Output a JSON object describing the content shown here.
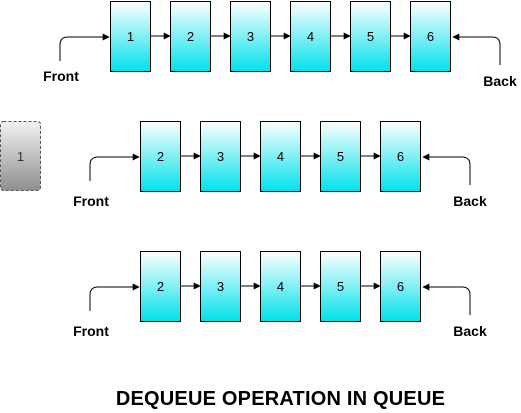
{
  "rows": [
    {
      "nodes": [
        "1",
        "2",
        "3",
        "4",
        "5",
        "6"
      ],
      "front_label": "Front",
      "back_label": "Back"
    },
    {
      "nodes": [
        "2",
        "3",
        "4",
        "5",
        "6"
      ],
      "front_label": "Front",
      "back_label": "Back"
    },
    {
      "nodes": [
        "2",
        "3",
        "4",
        "5",
        "6"
      ],
      "front_label": "Front",
      "back_label": "Back"
    }
  ],
  "removed_node": {
    "label": "1"
  },
  "caption": "DEQUEUE OPERATION IN QUEUE",
  "colors": {
    "node_top": "#ffffff",
    "node_bottom": "#00e1eb",
    "removed_top": "#f2f2f2",
    "removed_bottom": "#8f8f8f",
    "stroke": "#000000"
  }
}
